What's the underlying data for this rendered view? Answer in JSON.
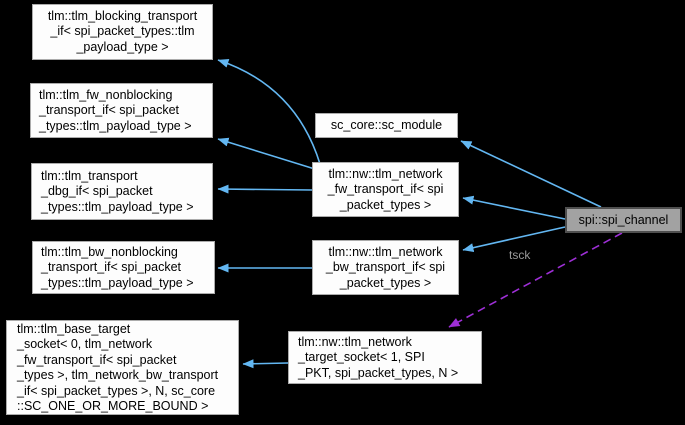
{
  "diagram": {
    "type": "class-collaboration-graph",
    "background": "#000000",
    "arrow_color": "#63b7f2",
    "dashed_arrow_color": "#9e2fd6",
    "edge_label": "tsck",
    "edge_label_color": "#9a9a9a",
    "node_fill": "#fdfdfd",
    "node_border": "#ababab",
    "active_node_fill": "#a2a2a2",
    "active_node_border": "#4f4f4f"
  },
  "nodes": {
    "blocking": {
      "lines": [
        "tlm::tlm_blocking_transport",
        "_if< spi_packet_types::tlm",
        "_payload_type >"
      ]
    },
    "fw_nonblocking": {
      "lines": [
        "tlm::tlm_fw_nonblocking",
        "_transport_if< spi_packet",
        "_types::tlm_payload_type >"
      ]
    },
    "transport_dbg": {
      "lines": [
        "tlm::tlm_transport",
        "_dbg_if< spi_packet",
        "_types::tlm_payload_type >"
      ]
    },
    "bw_nonblocking": {
      "lines": [
        "tlm::tlm_bw_nonblocking",
        "_transport_if< spi_packet",
        "_types::tlm_payload_type >"
      ]
    },
    "base_target_socket": {
      "lines": [
        "tlm::tlm_base_target",
        "_socket< 0, tlm_network",
        "_fw_transport_if< spi_packet",
        "_types >, tlm_network_bw_transport",
        "_if< spi_packet_types >, N, sc_core",
        "::SC_ONE_OR_MORE_BOUND >"
      ]
    },
    "sc_module": {
      "lines": [
        "sc_core::sc_module"
      ]
    },
    "nw_fw": {
      "lines": [
        "tlm::nw::tlm_network",
        "_fw_transport_if< spi",
        "_packet_types >"
      ]
    },
    "nw_bw": {
      "lines": [
        "tlm::nw::tlm_network",
        "_bw_transport_if< spi",
        "_packet_types >"
      ]
    },
    "nw_target_socket": {
      "lines": [
        "tlm::nw::tlm_network",
        "_target_socket< 1, SPI",
        "_PKT, spi_packet_types, N >"
      ]
    },
    "spi_channel": {
      "label": "spi::spi_channel"
    }
  }
}
